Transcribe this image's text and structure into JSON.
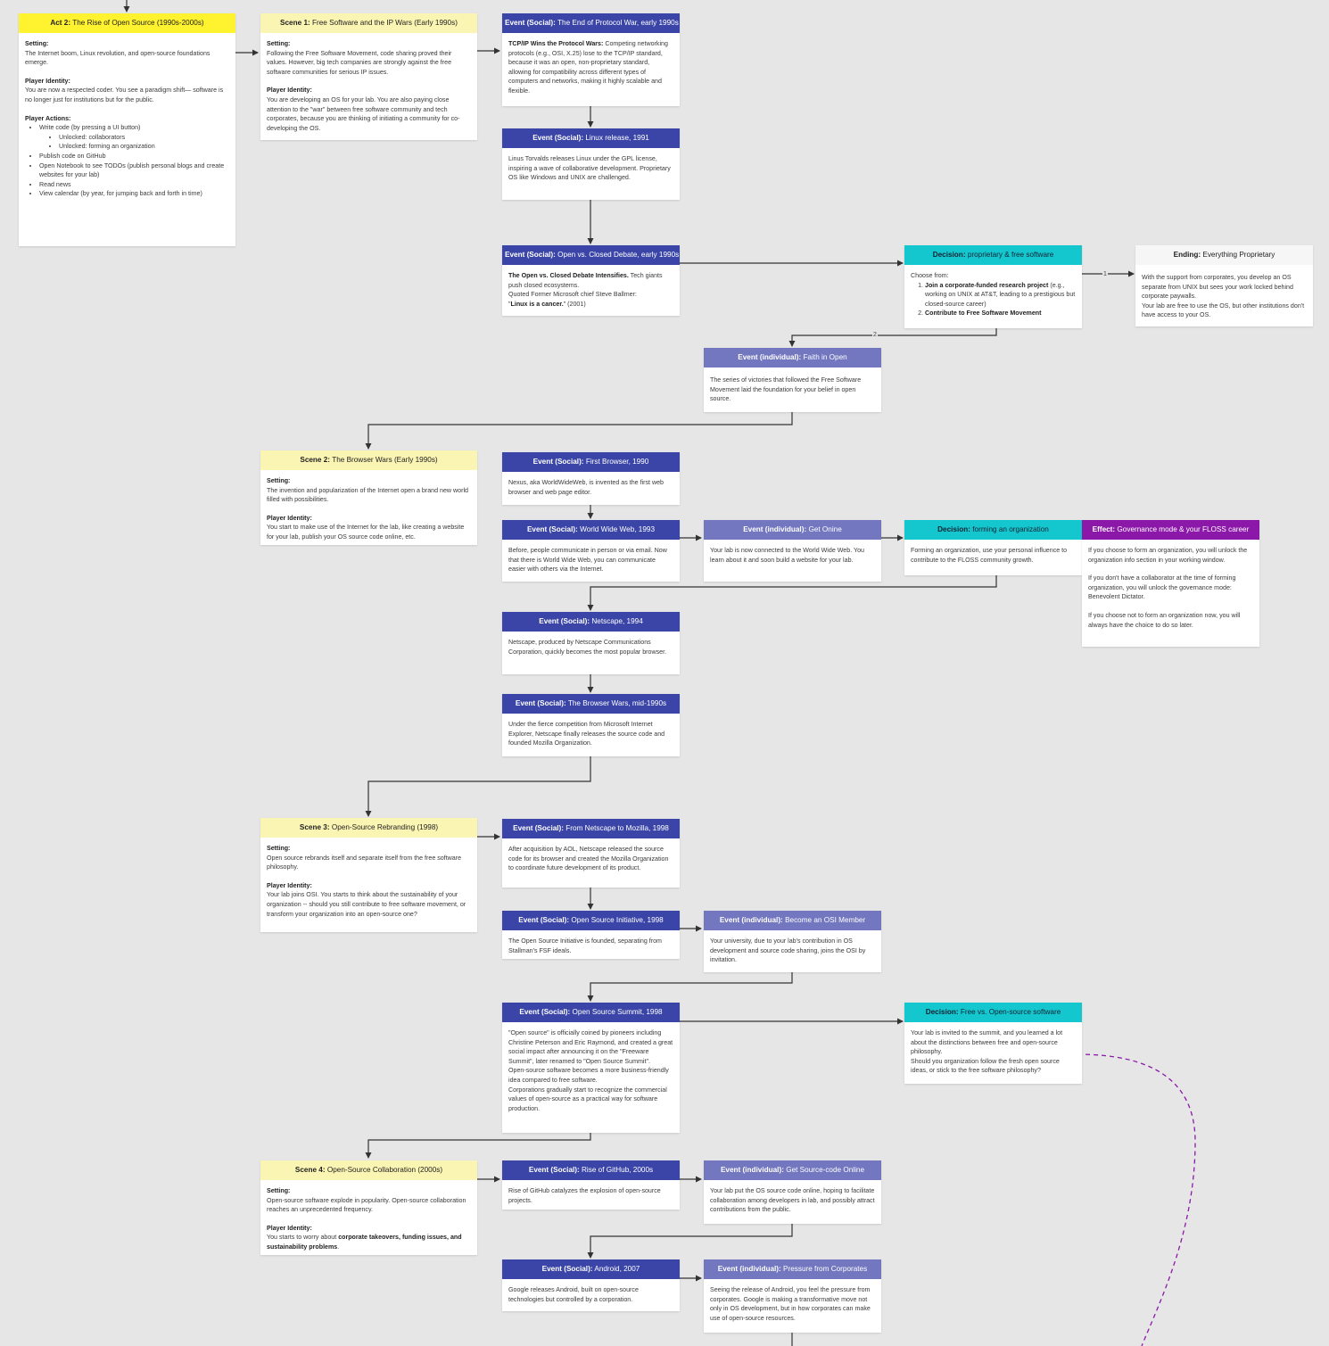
{
  "act2": {
    "label": "Act 2:",
    "title": "The Rise of Open Source (1990s-2000s)",
    "setting_label": "Setting:",
    "setting": "The Internet boom, Linux revolution, and open-source foundations emerge.",
    "identity_label": "Player Identity:",
    "identity": "You are now a respected coder. You see a paradigm shift— software is no longer just for institutions but for the public.",
    "actions_label": "Player Actions:",
    "actions": [
      "Write code (by pressing a UI button)",
      "Unlocked: collaborators",
      "Unlocked: forming an organization",
      "Publish code on GitHub",
      "Open Notebook to see TODOs (publish personal blogs and create websites for your lab)",
      "Read news",
      "View calendar (by year, for jumping back and forth in time)"
    ]
  },
  "scene1": {
    "label": "Scene 1:",
    "title": "Free Software and the IP Wars (Early 1990s)",
    "setting_label": "Setting:",
    "setting": "Following the Free Software Movement, code sharing proved their values. However, big tech companies are strongly against the free software communities for serious IP issues.",
    "identity_label": "Player Identity:",
    "identity": "You are developing an OS for your lab. You are also paying close attention to the \"war\" between free software community and tech corporates, because you are thinking of initiating a community for co-developing the OS."
  },
  "scene2": {
    "label": "Scene 2:",
    "title": "The Browser Wars (Early 1990s)",
    "setting_label": "Setting:",
    "setting": "The invention and popularization of the Internet open a brand new world filled with possibilities.",
    "identity_label": "Player Identity:",
    "identity": "You start to make use of the Internet for the lab, like creating a website for your lab, publish your OS source code online, etc."
  },
  "scene3": {
    "label": "Scene 3:",
    "title": "Open-Source Rebranding (1998)",
    "setting_label": "Setting:",
    "setting": "Open source rebrands itself and separate itself from the free software philosophy.",
    "identity_label": "Player Identity:",
    "identity": "Your lab joins OSI. You starts to think about the sustainability of your organization -- should you still contribute to free software movement, or transform your organization into an open-source one?"
  },
  "scene4": {
    "label": "Scene 4:",
    "title": "Open-Source Collaboration (2000s)",
    "setting_label": "Setting:",
    "setting": "Open-source software explode in popularity. Open-source collaboration reaches an unprecedented frequency.",
    "identity_label": "Player Identity:",
    "identity_pre": "You starts to worry about ",
    "identity_bold": "corporate takeovers, funding issues, and sustainability problems",
    "identity_post": "."
  },
  "ev_protocol": {
    "label": "Event (Social):",
    "title": "The End of Protocol War, early 1990s",
    "bold": "TCP/IP Wins the Protocol Wars:",
    "text": " Competing networking protocols (e.g., OSI, X.25) lose to the TCP/IP standard, because it was an open, non-proprietary standard, allowing for compatibility across different types of computers and networks, making it highly scalable and flexible."
  },
  "ev_linux": {
    "label": "Event (Social):",
    "title": "Linux release, 1991",
    "text": "Linus Torvalds releases Linux under the GPL license, inspiring a wave of collaborative development. Proprietary OS like Windows and UNIX are challenged."
  },
  "ev_debate": {
    "label": "Event (Social):",
    "title": "Open vs. Closed Debate, early 1990s",
    "bold": "The Open vs. Closed Debate Intensifies.",
    "text": " Tech giants push closed ecosystems.",
    "text2": "Quoted Former Microsoft chief Steve Ballmer:",
    "quote_pre": "\"",
    "quote_bold": "Linux is a cancer.",
    "quote_post": "\" (2001)"
  },
  "dec_proprietary": {
    "label": "Decision:",
    "title": "proprietary & free software",
    "intro": "Choose from:",
    "opt1_bold": "Join a corporate-funded research project",
    "opt1_text": " (e.g., working on UNIX at AT&T, leading to a prestigious but closed-source career)",
    "opt2_bold": "Contribute to Free Software Movement"
  },
  "end_proprietary": {
    "label": "Ending:",
    "title": "Everything Proprietary",
    "text": "With the support from corporates, you develop an OS separate from UNIX but sees your work locked behind corporate paywalls.",
    "text2": "Your lab are free to use the OS, but other institutions don't have access to your OS."
  },
  "ev_faith": {
    "label": "Event (individual):",
    "title": "Faith in Open",
    "text": "The series of victories that followed the Free Software Movement laid the foundation for your belief in open source."
  },
  "ev_browser": {
    "label": "Event (Social):",
    "title": "First Browser, 1990",
    "text": "Nexus, aka WorldWideWeb, is invented as the first web browser and web page editor."
  },
  "ev_www": {
    "label": "Event (Social):",
    "title": "World Wide Web, 1993",
    "text": "Before, people communicate in person or via email. Now that there is World Wide Web, you can communicate easier with others via the Internet."
  },
  "ev_online": {
    "label": "Event (individual):",
    "title": "Get Onine",
    "text": "Your lab is now connected to the World Wide Web. You learn about it and soon build a website for your lab."
  },
  "dec_org": {
    "label": "Decision:",
    "title": "forming an organization",
    "text": "Forming an organization, use your personal influence to contribute to the FLOSS community growth."
  },
  "eff_gov": {
    "label": "Effect:",
    "title": "Governance mode & your FLOSS career",
    "p1": "If you choose to form an organization, you will unlock the organization info section in your working window.",
    "p2": "If you don't have a collaborator at the time of forming organization, you will unlock the governance mode: Benevolent Dictator.",
    "p3": "If you choose not to form an organization now, you will always have the choice to do so later."
  },
  "ev_netscape": {
    "label": "Event (Social):",
    "title": "Netscape, 1994",
    "text": "Netscape, produced by Netscape Communications Corporation, quickly becomes the most popular browser."
  },
  "ev_bwars": {
    "label": "Event (Social):",
    "title": "The Browser Wars, mid-1990s",
    "text": "Under the fierce competition from Microsoft Internet Explorer, Netscape finally releases the source code and founded Mozilla Organization."
  },
  "ev_mozilla": {
    "label": "Event (Social):",
    "title": "From Netscape to Mozilla, 1998",
    "text": "After acquisition by AOL, Netscape released the source code for its browser and created the Mozilla Organization to coordinate future development of its product."
  },
  "ev_osi": {
    "label": "Event (Social):",
    "title": "Open Source Initiative, 1998",
    "text": "The Open Source Initiative is founded, separating from Stallman's FSF ideals."
  },
  "ev_osi_member": {
    "label": "Event (individual):",
    "title": "Become an OSI Member",
    "text": "Your university, due to your lab's contribution in OS development and source code sharing, joins the OSI by invitation."
  },
  "ev_summit": {
    "label": "Event (Social):",
    "title": "Open Source Summit, 1998",
    "text": "\"Open source\" is officially coined by pioneers including Christine Peterson and Eric Raymond, and created a great social impact after announcing it on the \"Freeware Summit\", later renamed to \"Open Source Summit\".",
    "text2": "Open-source software becomes a more business-friendly idea  compared to free software.",
    "text3": "Corporations gradually start to recognize the commercial values of open-source as a practical way for software production."
  },
  "dec_free": {
    "label": "Decision:",
    "title": "Free vs. Open-source software",
    "text": "Your lab is invited to the summit, and you learned a lot about the distinctions between free and open-source philosophy.",
    "text2": "Should you organization follow the fresh open source ideas, or stick to the free software philosophy?"
  },
  "ev_github": {
    "label": "Event (Social):",
    "title": "Rise of GitHub, 2000s",
    "text": "Rise of GitHub catalyzes the explosion of open-source projects."
  },
  "ev_source_online": {
    "label": "Event (individual):",
    "title": "Get Source-code Online",
    "text": "Your lab put the OS source code online, hoping to facilitate collaboration among developers in lab, and possibly attract contributions from the public."
  },
  "ev_android": {
    "label": "Event (Social):",
    "title": "Android, 2007",
    "text": "Google releases Android, built on open-source technologies but controlled by a corporation."
  },
  "ev_pressure": {
    "label": "Event (individual):",
    "title": "Pressure from Corporates",
    "text": "Seeing the release of Android, you feel the pressure from corporates. Google is making a transformative move not only in OS development, but in how corporates can make use of open-source resources."
  },
  "connectors": {
    "label_1": "1",
    "label_2": "2"
  },
  "colors": {
    "background": "#e6e6e6",
    "act": "#fff22e",
    "scene": "#fbf5b3",
    "event_social": "#3a45a7",
    "event_individual": "#7277c0",
    "decision": "#14c7cf",
    "effect": "#8b18a8",
    "ending": "#f6f6f6",
    "dashed_connector": "#8b18a8"
  }
}
